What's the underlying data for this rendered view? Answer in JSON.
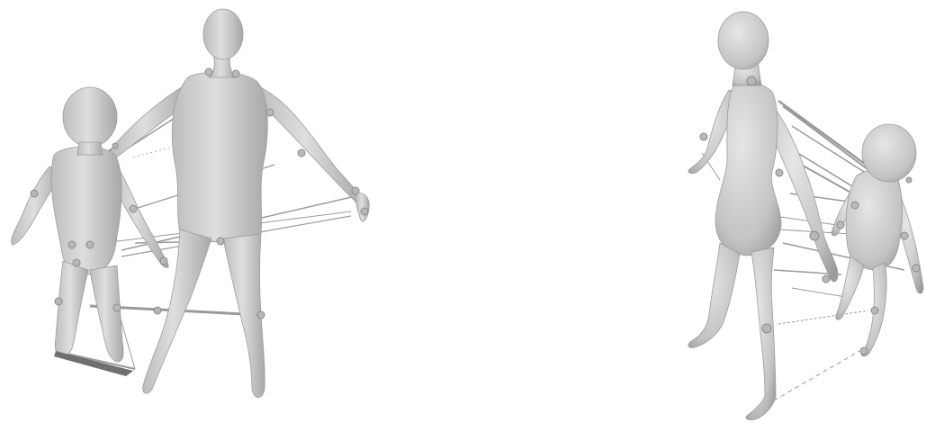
{
  "scene": {
    "background": "#ffffff",
    "body_fill": "#d4d4d4",
    "body_shade": "#a9a9a9",
    "line_color": "#9a9a9a",
    "marker_color": "#b8b8b8",
    "views": [
      {
        "name": "back-view",
        "figures": [
          "adult-figure",
          "infant-figure"
        ]
      },
      {
        "name": "front-view",
        "figures": [
          "adult-figure",
          "infant-figure"
        ]
      }
    ]
  }
}
